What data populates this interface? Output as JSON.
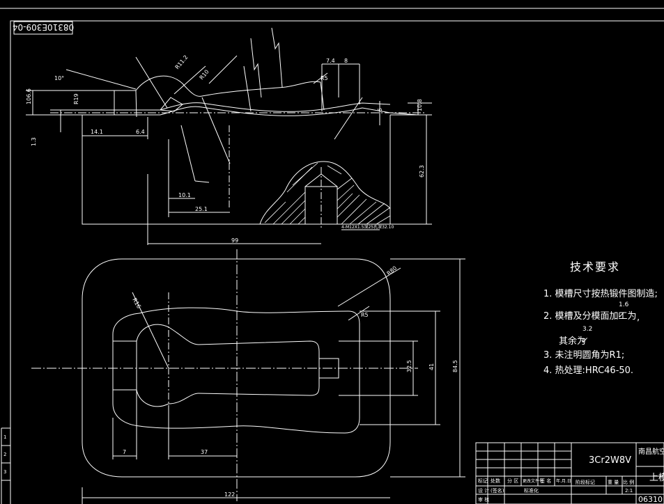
{
  "drawing_number": "08310E309-04",
  "material": "3Cr2W8V",
  "tech_requirements": {
    "title": "技术要求",
    "items": [
      "1. 模槽尺寸按热锻件图制造;",
      "2. 模槽及分模面加工为",
      "其余为",
      "3. 未注明圆角为R1;",
      "4. 热处理:HRC46-50."
    ],
    "roughness_main": "1.6",
    "roughness_rest": "3.2",
    "trailing_comma": ","
  },
  "title_block": {
    "org": "南昌航空",
    "part": "上模",
    "code": "06310",
    "scale": "2:1",
    "row_labels": [
      "标记",
      "处数",
      "分 区",
      "更改文件号",
      "签 名",
      "年.月.日"
    ],
    "row2_labels": [
      "设 计",
      "(签名)",
      "标准化"
    ],
    "row3_labels": [
      "阶段标记",
      "重 量",
      "比 例"
    ],
    "row4_labels": [
      "审 核"
    ]
  },
  "dimensions": {
    "d_10": "10°",
    "d_106": "106.6",
    "d_14": "14.1",
    "d_6": "6.4",
    "d_13": "1.3",
    "d_101": "10.1",
    "d_251": "25.1",
    "d_width": "99",
    "d_r112": "R11.2",
    "d_r10": "R10",
    "d_r5": "R5",
    "d_74": "7.4",
    "d_8": "8",
    "d_10_8": "10.8",
    "d_5": "5",
    "d_height": "62.3",
    "d_hole": "4-M12X1.5深25孔深32.10",
    "d_r80": "R80",
    "d_r5b": "R5",
    "d_r16": "R16",
    "d_37": "37",
    "d_7": "7",
    "d_22": "32.5",
    "d_side": "41",
    "d_total_w": "122",
    "d_total_h": "84.5",
    "d_left": "R19"
  },
  "left_strip": [
    "1",
    "2",
    "3"
  ]
}
